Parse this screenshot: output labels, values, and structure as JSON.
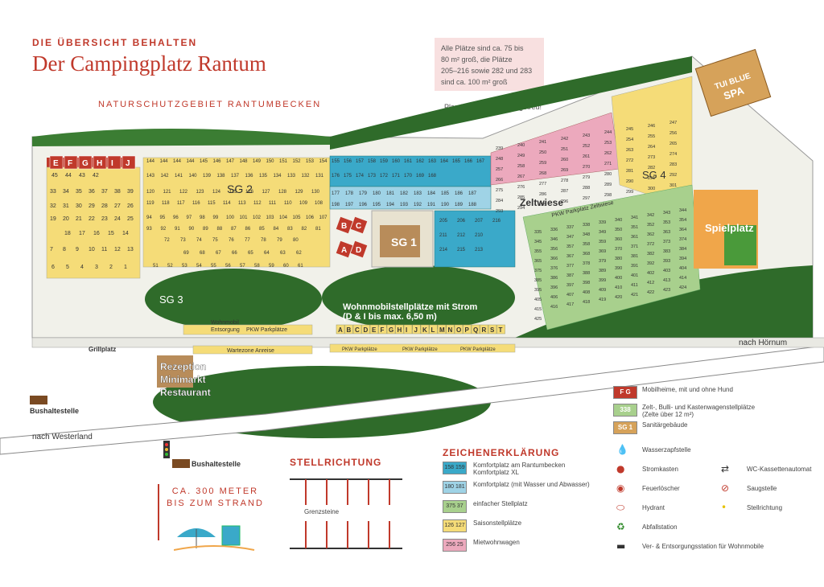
{
  "header": {
    "kicker": "DIE ÜBERSICHT BEHALTEN",
    "title": "Der Campingplatz Rantum",
    "nature_area": "NATURSCHUTZGEBIET RANTUMBECKEN",
    "info_lines": [
      "Alle Plätze sind ca. 75 bis",
      "80 m² groß, die Plätze",
      "205–216 sowie 282 und 283",
      "sind ca. 100 m² groß"
    ],
    "scale_note": "Plan ist nicht maßstabsgetreu!"
  },
  "map": {
    "spa": {
      "line1": "TUI BLUE",
      "line2": "SPA"
    },
    "sanitary": [
      "SG 1",
      "SG 2",
      "SG 3",
      "SG 4"
    ],
    "zeltwiese": "Zeltwiese",
    "spielplatz": "Spielplatz",
    "pkw_parkplatz": "PKW Parkplatz Zeltwiese",
    "wohnmobil_title": "Wohnmobilstellplätze mit Strom",
    "wohnmobil_sub": "(D & I bis max. 6,50 m)",
    "wohnmobil_letters": [
      "A",
      "B",
      "C",
      "D",
      "E",
      "F",
      "G",
      "H",
      "I",
      "J",
      "K",
      "L",
      "M",
      "N",
      "O",
      "P",
      "Q",
      "R",
      "S",
      "T"
    ],
    "mobilheime": [
      "E",
      "F",
      "G",
      "H",
      "I",
      "J"
    ],
    "cottages": [
      "A",
      "B",
      "C",
      "D"
    ],
    "entsorgung": {
      "line1": "Wohnmobil",
      "line2": "Entsorgung"
    },
    "pkw": "PKW Parkplätze",
    "pkw_short": "PKW Parkplätze",
    "wartezone": "Wartezone Anreise",
    "grillplatz": "Grillplatz",
    "rezeption": [
      "Rezeption",
      "Minimarkt",
      "Restaurant"
    ],
    "hoernum": "nach Hörnum",
    "westerland": "nach Westerland",
    "bus": "Bushaltestelle",
    "row1": [
      "45",
      "44",
      "43",
      "42"
    ],
    "row_a": [
      "33",
      "34",
      "35",
      "36",
      "37",
      "38",
      "39"
    ],
    "row_b": [
      "32",
      "31",
      "30",
      "29",
      "28",
      "27",
      "26"
    ],
    "row_c": [
      "19",
      "20",
      "21",
      "22",
      "23",
      "24",
      "25"
    ],
    "row_d": [
      "18",
      "17",
      "16",
      "15",
      "14"
    ],
    "row_e": [
      "7",
      "8",
      "9",
      "10",
      "11",
      "12",
      "13"
    ],
    "row_f": [
      "6",
      "5",
      "4",
      "3",
      "2",
      "1"
    ],
    "row_g": [
      "144",
      "144",
      "144",
      "144",
      "145",
      "146",
      "147",
      "148",
      "149",
      "150",
      "151",
      "152",
      "153",
      "154"
    ],
    "row_h": [
      "143",
      "142",
      "141",
      "140",
      "139",
      "138",
      "137",
      "136",
      "135",
      "134",
      "133",
      "132",
      "131"
    ],
    "row_i": [
      "120",
      "121",
      "122",
      "123",
      "124",
      "125",
      "126",
      "127",
      "128",
      "129",
      "130"
    ],
    "row_j": [
      "119",
      "118",
      "117",
      "116",
      "115",
      "114",
      "113",
      "112",
      "111",
      "110",
      "109",
      "108"
    ],
    "row_k": [
      "94",
      "95",
      "96",
      "97",
      "98",
      "99",
      "100",
      "101",
      "102",
      "103",
      "104",
      "105",
      "106",
      "107"
    ],
    "row_l": [
      "93",
      "92",
      "91",
      "90",
      "89",
      "88",
      "87",
      "86",
      "85",
      "84",
      "83",
      "82",
      "81"
    ],
    "row_m": [
      "72",
      "73",
      "74",
      "75",
      "76",
      "77",
      "78",
      "79",
      "80"
    ],
    "row_n": [
      "69",
      "68",
      "67",
      "66",
      "65",
      "64",
      "63",
      "62"
    ],
    "row_o": [
      "51",
      "52",
      "53",
      "54",
      "55",
      "56",
      "57",
      "58",
      "59",
      "60",
      "61"
    ],
    "row_p": [
      "155",
      "156",
      "157",
      "158",
      "159",
      "160",
      "161",
      "162",
      "163",
      "164",
      "165",
      "166",
      "167"
    ],
    "row_q": [
      "176",
      "175",
      "174",
      "173",
      "172",
      "171",
      "170",
      "169",
      "168"
    ],
    "row_r": [
      "177",
      "178",
      "179",
      "180",
      "181",
      "182",
      "183",
      "184",
      "185",
      "186",
      "187"
    ],
    "row_s": [
      "198",
      "197",
      "196",
      "195",
      "194",
      "193",
      "192",
      "191",
      "190",
      "189",
      "188"
    ],
    "row_t": [
      "205",
      "211",
      "214",
      "206",
      "212",
      "215",
      "207",
      "210",
      "213",
      "216"
    ],
    "zone_e": [
      "239",
      "240",
      "241",
      "242",
      "243",
      "244",
      "245",
      "246",
      "247",
      "248",
      "249",
      "250",
      "251",
      "252",
      "253",
      "254",
      "255",
      "256",
      "257",
      "258",
      "259",
      "260",
      "261",
      "262",
      "263",
      "264",
      "265",
      "266",
      "267",
      "268",
      "269",
      "270",
      "271",
      "272",
      "273",
      "274",
      "275",
      "276",
      "277",
      "278",
      "279",
      "280",
      "281",
      "282",
      "283",
      "284",
      "285",
      "286",
      "287",
      "288",
      "289",
      "290",
      "291",
      "292",
      "293",
      "294",
      "295",
      "296",
      "297",
      "298",
      "299",
      "300",
      "301"
    ],
    "zone_w": [
      "335",
      "336",
      "337",
      "338",
      "339",
      "340",
      "341",
      "342",
      "343",
      "344",
      "345",
      "346",
      "347",
      "348",
      "349",
      "350",
      "351",
      "352",
      "353",
      "354",
      "355",
      "356",
      "357",
      "358",
      "359",
      "360",
      "361",
      "362",
      "363",
      "364",
      "365",
      "366",
      "367",
      "368",
      "369",
      "370",
      "371",
      "372",
      "373",
      "374",
      "375",
      "376",
      "377",
      "378",
      "379",
      "380",
      "381",
      "382",
      "383",
      "384",
      "385",
      "386",
      "387",
      "388",
      "389",
      "390",
      "391",
      "392",
      "393",
      "394",
      "395",
      "396",
      "397",
      "398",
      "399",
      "400",
      "401",
      "402",
      "403",
      "404",
      "405",
      "406",
      "407",
      "408",
      "409",
      "410",
      "411",
      "412",
      "413",
      "414",
      "415",
      "416",
      "417",
      "418",
      "419",
      "420",
      "421",
      "422",
      "423",
      "424",
      "425"
    ]
  },
  "legend": {
    "title": "ZEICHENERKLÄRUNG",
    "items": [
      {
        "sw": "158 159",
        "text": "Komfortplatz am Rantumbecken",
        "text2": "Komfortplatz XL",
        "color": "#3aa9c9"
      },
      {
        "sw": "180 181",
        "text": "Komfortplatz (mit Wasser und Abwasser)",
        "color": "#9fd3e6"
      },
      {
        "sw": "375 37",
        "text": "einfacher Stellplatz",
        "color": "#a8d08d"
      },
      {
        "sw": "126 127",
        "text": "Saisonstellplätze",
        "color": "#f5dc78"
      },
      {
        "sw": "256 25",
        "text": "Mietwohnwagen",
        "color": "#eca9bd"
      }
    ],
    "top_items": [
      {
        "sw": "F G",
        "text": "Mobilheime, mit und ohne Hund"
      },
      {
        "sw": "338",
        "text": "Zelt-, Bulli- und Kastenwagenstellplätze",
        "text2": "(Zelte über 12 m²)"
      },
      {
        "sw": "SG 1",
        "text": "Sanitärgebäude"
      }
    ],
    "symbols": [
      {
        "icon": "water",
        "text": "Wasserzapfstelle"
      },
      {
        "icon": "power",
        "text": "Stromkasten"
      },
      {
        "icon": "fire",
        "text": "Feuerlöscher"
      },
      {
        "icon": "hydrant",
        "text": "Hydrant"
      },
      {
        "icon": "recycle",
        "text": "Abfallstation"
      },
      {
        "icon": "camper",
        "text": "Ver- & Entsorgungsstation für Wohnmobile"
      },
      {
        "icon": "wc",
        "text": "WC-Kassettenautomat"
      },
      {
        "icon": "suction",
        "text": "Saugstelle"
      },
      {
        "icon": "dot",
        "text": "Stellrichtung"
      }
    ]
  },
  "stellrichtung": {
    "title": "STELLRICHTUNG",
    "grenz": "Grenzsteine"
  },
  "strand": {
    "line1": "CA. 300 METER",
    "line2": "BIS ZUM STRAND"
  },
  "colors": {
    "red": "#c0392b",
    "blue": "#3aa9c9",
    "lightblue": "#9fd3e6",
    "green": "#a8d08d",
    "yellow": "#f5dc78",
    "pink": "#eca9bd",
    "tree": "#2f6b2a"
  }
}
